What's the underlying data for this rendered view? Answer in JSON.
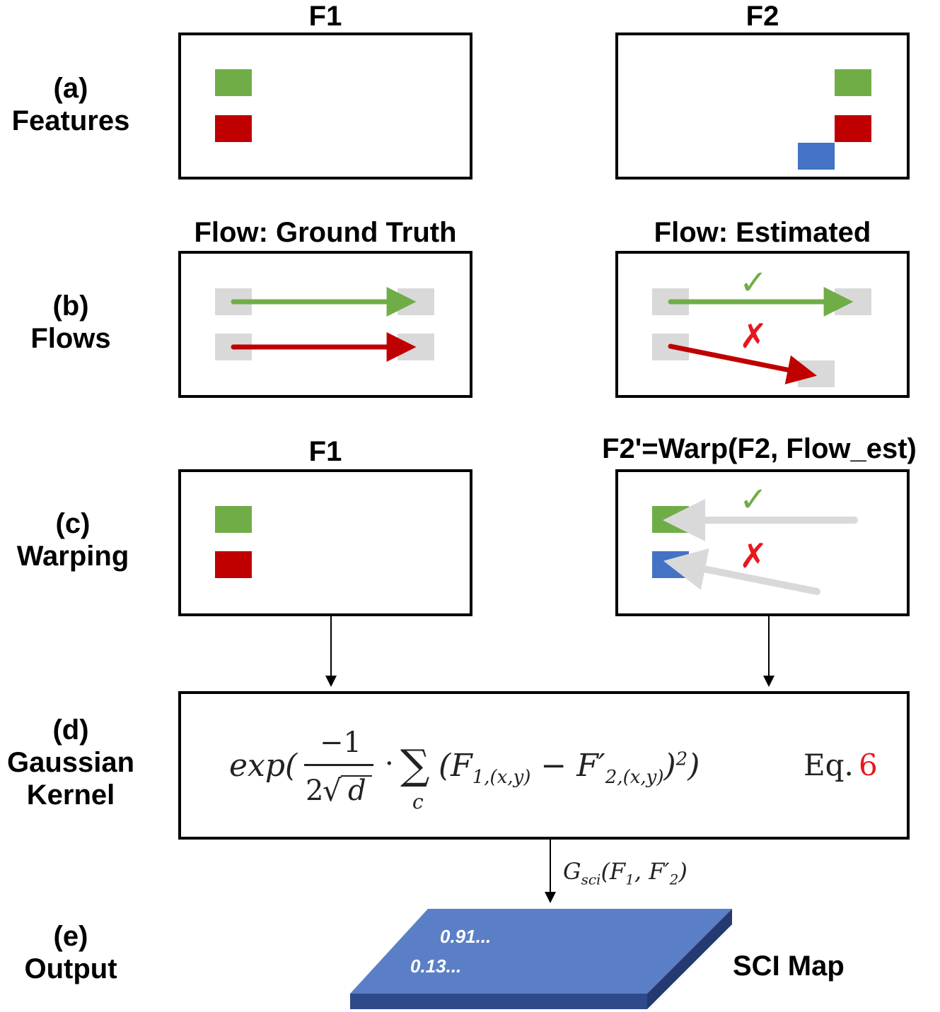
{
  "rows": [
    {
      "id": "a",
      "letter": "(a)",
      "name": "Features"
    },
    {
      "id": "b",
      "letter": "(b)",
      "name": "Flows"
    },
    {
      "id": "c",
      "letter": "(c)",
      "name": "Warping"
    },
    {
      "id": "d",
      "letter": "(d)",
      "name": "Gaussian",
      "name2": "Kernel"
    },
    {
      "id": "e",
      "letter": "(e)",
      "name": "Output"
    }
  ],
  "panel_titles": {
    "features_left": "F1",
    "features_right": "F2",
    "flows_left": "Flow: Ground Truth",
    "flows_right": "Flow: Estimated",
    "warp_left": "F1",
    "warp_right": "F2'=Warp(F2, Flow_est)"
  },
  "marks": {
    "correct": "✓",
    "wrong": "✗"
  },
  "equation": {
    "prefix": "exp(",
    "numerator": "−1",
    "denominator_two": "2",
    "denominator_d": "d",
    "dot": "·",
    "sigma": "∑",
    "sum_index": "c",
    "body": "(F",
    "sub1": "1,(x,y)",
    "minus": " − F′",
    "sub2": "2,(x,y)",
    "close": ")",
    "power": "2",
    "suffix": ")",
    "eq_label": "Eq.",
    "eq_number": "6"
  },
  "output_arrow_label": {
    "g": "G",
    "sub": "sci",
    "args": "(F",
    "a1": "1",
    "mid": ", F′",
    "a2": "2",
    "end": ")"
  },
  "sci_map": {
    "label": "SCI Map",
    "value_top": "0.91...",
    "value_bottom": "0.13..."
  },
  "colors": {
    "green": "#70AD47",
    "red": "#C00000",
    "blue": "#4472C4",
    "gray_block": "#D9D9D9",
    "warp_arrow": "#D9D9D9",
    "map_top": "#5B7FC7",
    "map_side": "#2F4A8A",
    "eq_number": "#E8171E"
  }
}
